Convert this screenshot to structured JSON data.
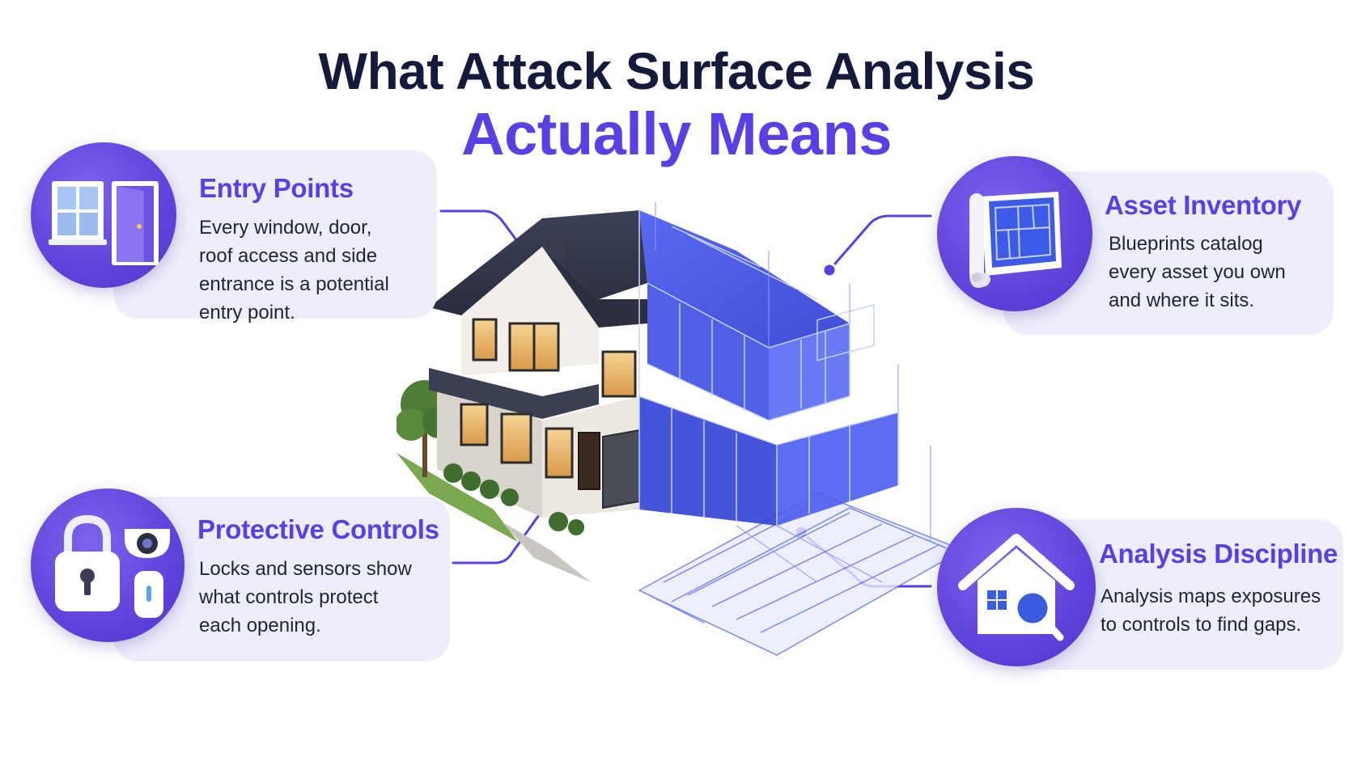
{
  "title": {
    "line1": "What Attack Surface Analysis",
    "line2": "Actually Means"
  },
  "colors": {
    "title_dark": "#141a3c",
    "accent": "#5b3ee6",
    "card_bg": "#eeeefb",
    "blueprint": "#3d4fe0"
  },
  "cards": {
    "entry_points": {
      "title": "Entry Points",
      "body": [
        "Every window, door,",
        "roof access and side",
        "entrance is a potential",
        "entry point."
      ],
      "icon": "window-door-icon"
    },
    "asset_inventory": {
      "title": "Asset Inventory",
      "body": [
        "Blueprints catalog",
        "every asset you own",
        "and where it sits."
      ],
      "icon": "blueprint-scroll-icon"
    },
    "protective_controls": {
      "title": "Protective Controls",
      "body": [
        "Locks and sensors show",
        "what controls protect",
        "each opening."
      ],
      "icon": "lock-camera-sensor-icon"
    },
    "analysis_discipline": {
      "title": "Analysis Discipline",
      "body": [
        "Analysis maps exposures",
        "to controls to find gaps."
      ],
      "icon": "house-magnifier-icon"
    }
  }
}
